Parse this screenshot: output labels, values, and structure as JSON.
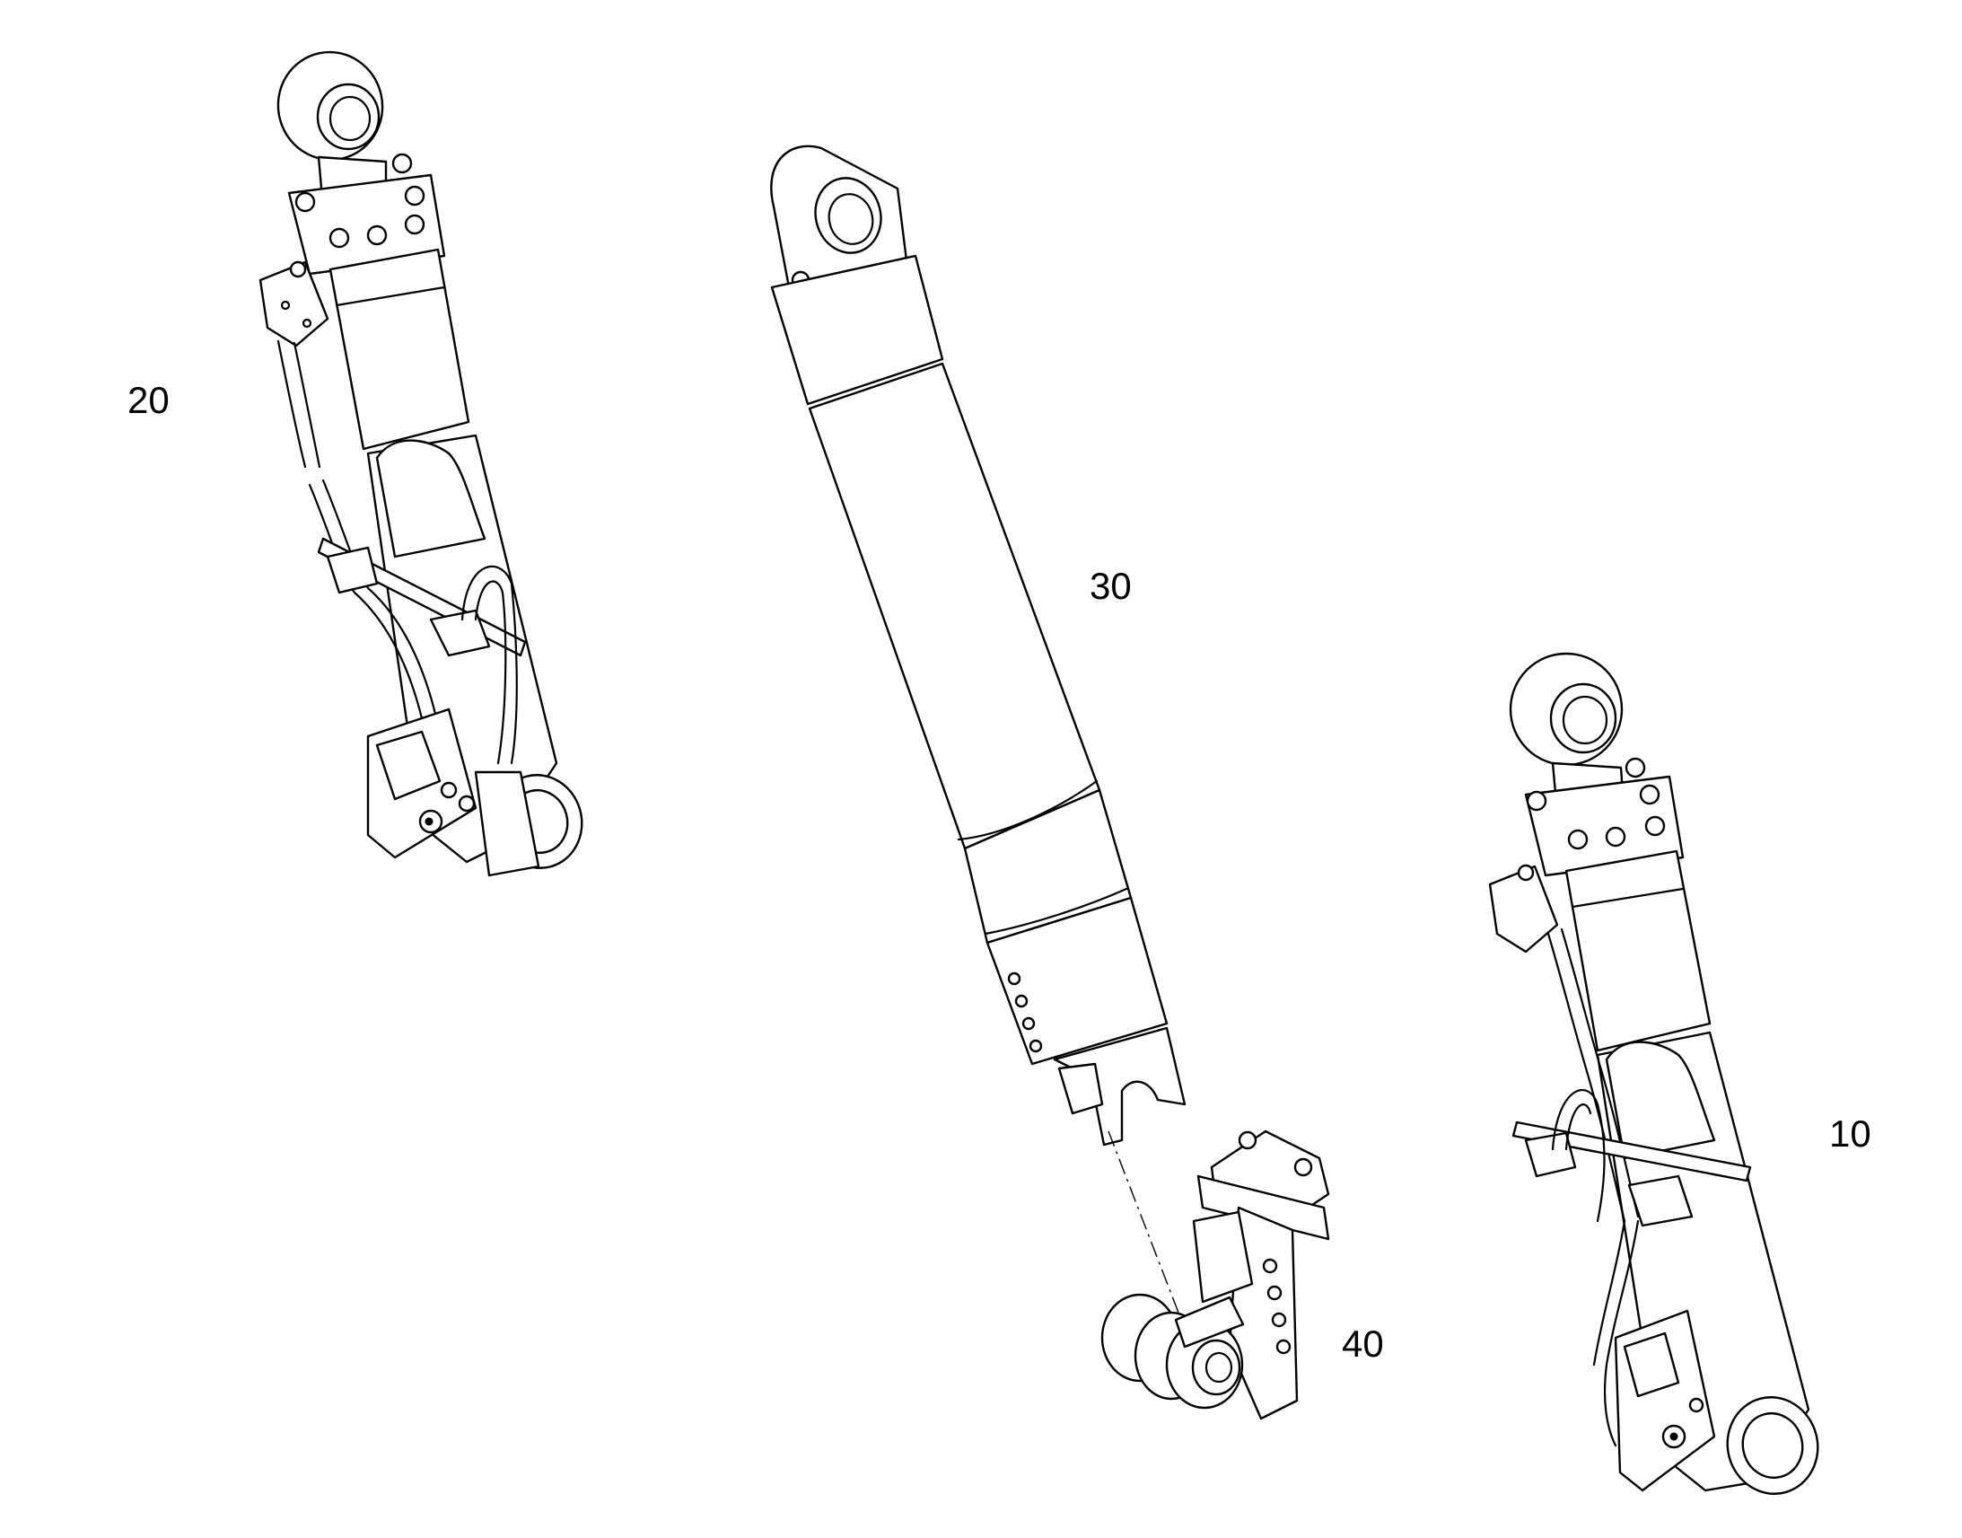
{
  "callouts": {
    "item_20": "20",
    "item_30": "30",
    "item_10": "10",
    "item_40": "40"
  },
  "colors": {
    "line": "#000000",
    "background": "#ffffff"
  }
}
